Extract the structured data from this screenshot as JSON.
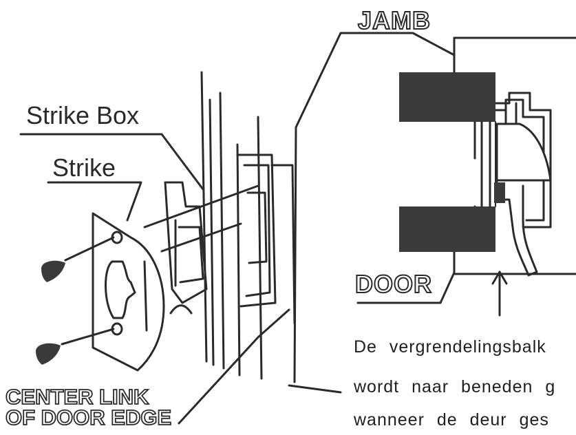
{
  "labels": {
    "jamb": "JAMB",
    "strike_box": "Strike Box",
    "strike": "Strike",
    "door": "DOOR",
    "center_link_1": "CENTER LINK",
    "center_link_2": "OF DOOR EDGE"
  },
  "caption": {
    "line1": "De vergrendelingsbalk",
    "line2": "wordt naar beneden g",
    "line3": "wanneer de deur ges"
  },
  "colors": {
    "line": "#2a2a2a",
    "fill_dark": "#3a3a3a",
    "background": "#ffffff"
  }
}
